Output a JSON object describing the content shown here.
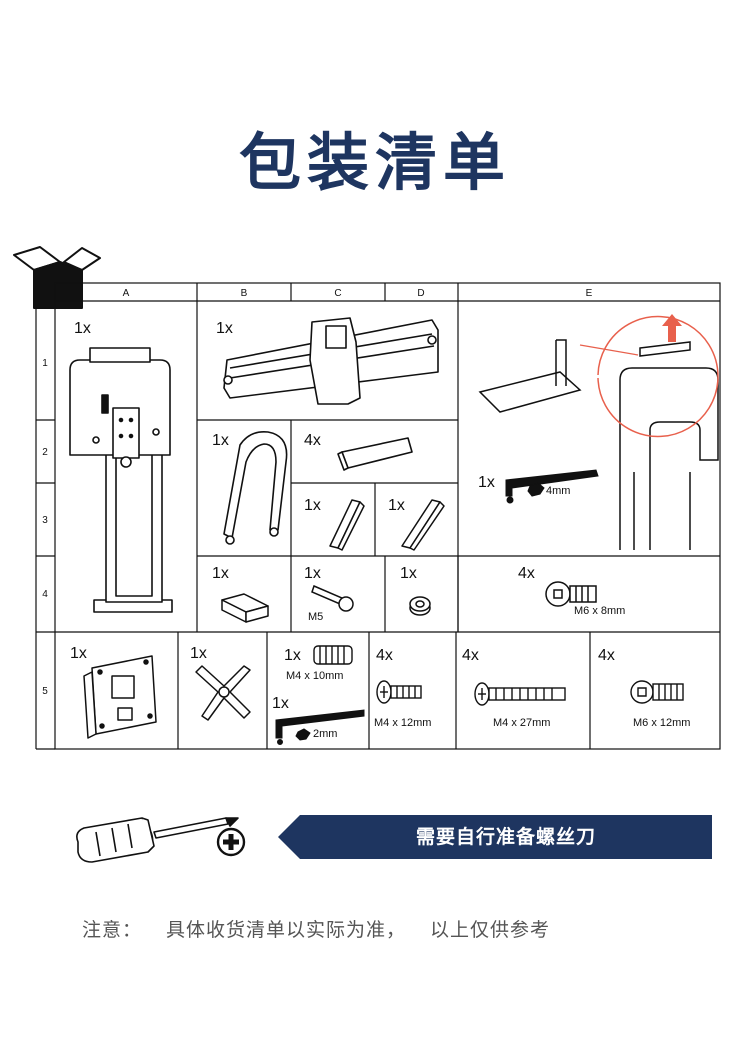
{
  "title": "包装清单",
  "columns": [
    "A",
    "B",
    "C",
    "D",
    "E"
  ],
  "rows": [
    "1",
    "2",
    "3",
    "4",
    "5"
  ],
  "parts": {
    "a1": {
      "qty": "1x"
    },
    "bcd1": {
      "qty": "1x"
    },
    "e_hexkey": {
      "qty": "1x",
      "spec": "4mm"
    },
    "b2": {
      "qty": "1x"
    },
    "cd2": {
      "qty": "4x"
    },
    "c3": {
      "qty": "1x"
    },
    "d3": {
      "qty": "1x"
    },
    "b4": {
      "qty": "1x"
    },
    "c4": {
      "qty": "1x",
      "spec": "M5"
    },
    "d4": {
      "qty": "1x"
    },
    "e4": {
      "qty": "4x",
      "spec": "M6 x 8mm"
    },
    "r5_plate": {
      "qty": "1x"
    },
    "r5_cross": {
      "qty": "1x"
    },
    "r5_screw10": {
      "qty": "1x",
      "spec": "M4 x 10mm"
    },
    "r5_hexkey": {
      "qty": "1x",
      "spec": "2mm"
    },
    "r5_screw12": {
      "qty": "4x",
      "spec": "M4 x 12mm"
    },
    "r5_screw27": {
      "qty": "4x",
      "spec": "M4 x 27mm"
    },
    "r5_screw_m6": {
      "qty": "4x",
      "spec": "M6 x 12mm"
    }
  },
  "banner": "需要自行准备螺丝刀",
  "note": {
    "label": "注意：",
    "text1": "具体收货清单以实际为准，",
    "text2": "以上仅供参考"
  },
  "colors": {
    "brand": "#1e3560",
    "arrow": "#e8604c"
  }
}
